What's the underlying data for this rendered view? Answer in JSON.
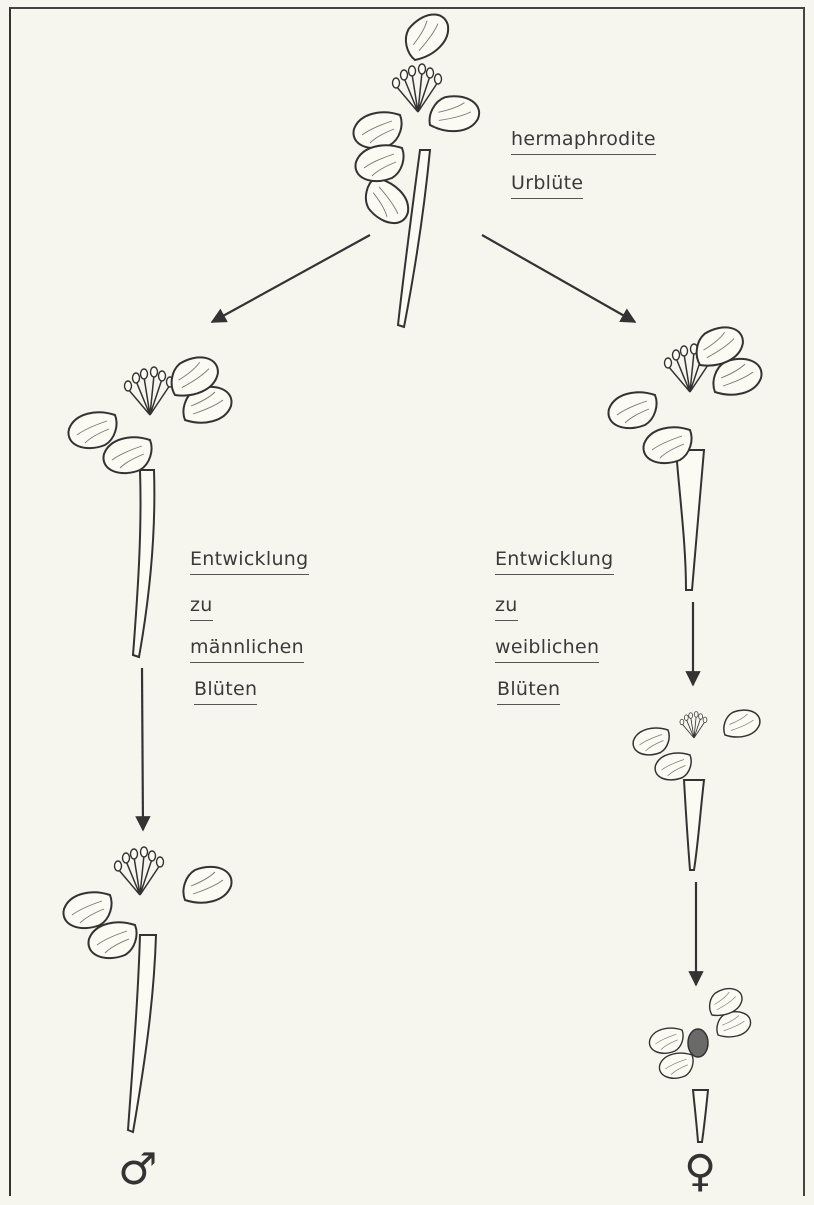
{
  "root": {
    "line1": "hermaphrodite",
    "line2": "Urblüte"
  },
  "male_branch": {
    "line1": "Entwicklung",
    "line2": "zu",
    "line3": "männlichen",
    "line4": "Blüten",
    "symbol": "♂"
  },
  "female_branch": {
    "line1": "Entwicklung",
    "line2": "zu",
    "line3": "weiblichen",
    "line4": "Blüten",
    "symbol": "♀"
  },
  "icons": [
    "flower-icon",
    "arrow-icon",
    "male-symbol-icon",
    "female-symbol-icon"
  ]
}
